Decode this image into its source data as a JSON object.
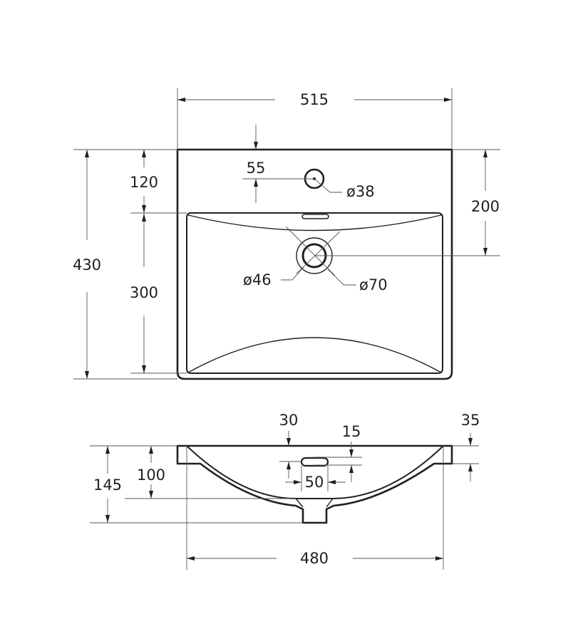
{
  "drawing": {
    "top_view": {
      "width_label": "515",
      "overall_depth_label": "430",
      "rim_to_bowl_label": "120",
      "bowl_depth_label": "300",
      "tap_hole_offset_label": "55",
      "tap_hole_diameter_label": "ø38",
      "drain_position_label": "200",
      "drain_inner_diameter_label": "ø46",
      "drain_outer_diameter_label": "ø70"
    },
    "side_view": {
      "overall_height_label": "145",
      "bowl_height_label": "100",
      "rim_thickness_label": "30",
      "overflow_height_label": "15",
      "overflow_width_label": "50",
      "ledge_label": "35",
      "bowl_width_label": "480"
    }
  },
  "colors": {
    "line": "#231f20",
    "dimension": "#555555",
    "background": "#ffffff"
  }
}
